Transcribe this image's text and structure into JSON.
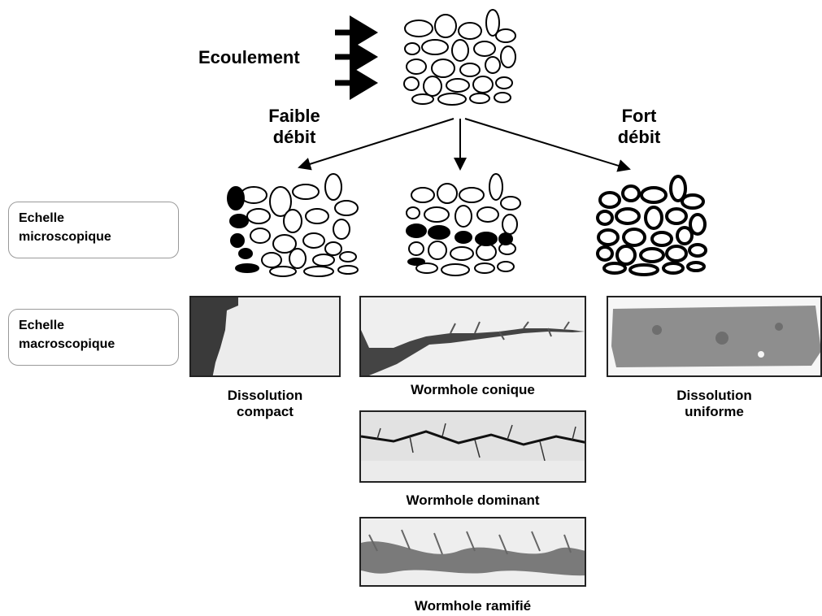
{
  "flow": {
    "label": "Ecoulement"
  },
  "low_rate": {
    "line1": "Faible",
    "line2": "débit"
  },
  "high_rate": {
    "line1": "Fort",
    "line2": "débit"
  },
  "scale_micro": {
    "line1": "Echelle",
    "line2": "microscopique"
  },
  "scale_macro": {
    "line1": "Echelle",
    "line2": "macroscopique"
  },
  "captions": {
    "compact": {
      "line1": "Dissolution",
      "line2": "compact"
    },
    "conical": "Wormhole conique",
    "dominant": "Wormhole dominant",
    "ramified": "Wormhole ramifié",
    "uniform": {
      "line1": "Dissolution",
      "line2": "uniforme"
    }
  }
}
